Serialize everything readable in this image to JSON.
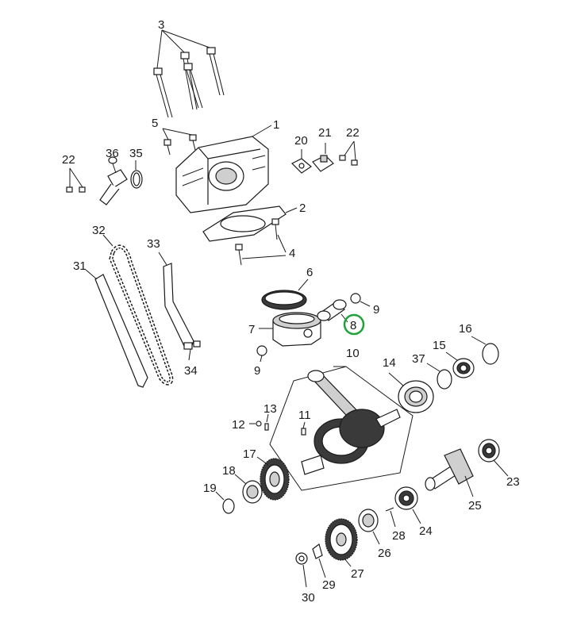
{
  "callouts": {
    "c1": "1",
    "c2": "2",
    "c3": "3",
    "c4": "4",
    "c5": "5",
    "c6": "6",
    "c7": "7",
    "c8": "8",
    "c9a": "9",
    "c9b": "9",
    "c10": "10",
    "c11": "11",
    "c12": "12",
    "c13": "13",
    "c14": "14",
    "c15": "15",
    "c16": "16",
    "c17": "17",
    "c18": "18",
    "c19": "19",
    "c20": "20",
    "c21": "21",
    "c22a": "22",
    "c22b": "22",
    "c23": "23",
    "c24": "24",
    "c25": "25",
    "c26": "26",
    "c27": "27",
    "c28": "28",
    "c29": "29",
    "c30": "30",
    "c31": "31",
    "c32": "32",
    "c33": "33",
    "c34": "34",
    "c35": "35",
    "c36": "36",
    "c37": "37"
  },
  "highlight": {
    "part": "8",
    "color": "#1fa23a"
  },
  "colors": {
    "ink": "#1a1a1a",
    "background": "#ffffff"
  }
}
